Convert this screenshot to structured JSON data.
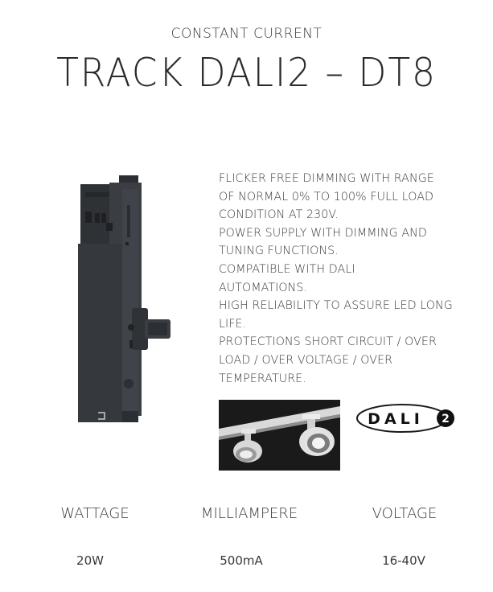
{
  "header": {
    "subtitle": "CONSTANT CURRENT",
    "title": "TRACK DALI2 – DT8"
  },
  "features": {
    "lines": [
      "FLICKER FREE DIMMING WITH RANGE",
      "OF NORMAL 0% TO 100% FULL LOAD",
      "CONDITION AT 230V.",
      "POWER SUPPLY WITH DIMMING AND",
      "TUNING FUNCTIONS.",
      "COMPATIBLE WITH DALI",
      "AUTOMATIONS.",
      "HIGH RELIABILITY TO ASSURE LED LONG",
      "LIFE.",
      "PROTECTIONS SHORT CIRCUIT / OVER",
      "LOAD / OVER VOLTAGE / OVER",
      "TEMPERATURE."
    ]
  },
  "logo": {
    "text": "DALI",
    "version": "2"
  },
  "specs": {
    "wattage_label": "WATTAGE",
    "wattage_value": "20W",
    "milliampere_label": "MILLIAMPERE",
    "milliampere_value": "500mA",
    "voltage_label": "VOLTAGE",
    "voltage_value": "16-40V"
  },
  "colors": {
    "product_body": "#35383d",
    "text": "#3a3a3a"
  }
}
